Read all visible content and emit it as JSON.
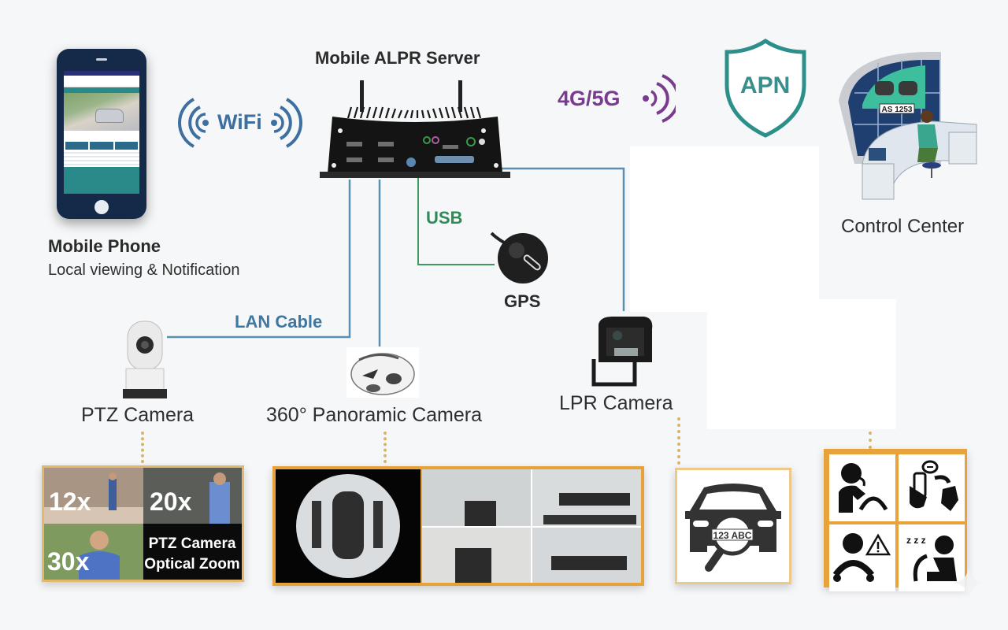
{
  "server": {
    "title": "Mobile ALPR Server"
  },
  "phone": {
    "title": "Mobile Phone",
    "subtitle": "Local viewing & Notification"
  },
  "links": {
    "wifi": "WiFi",
    "cellular": "4G/5G",
    "usb": "USB",
    "lan": "LAN Cable"
  },
  "apn": {
    "label": "APN"
  },
  "control_center": {
    "label": "Control Center",
    "screen_plate": "AS 1253"
  },
  "gps": {
    "label": "GPS"
  },
  "cameras": {
    "ptz": "PTZ Camera",
    "panoramic": "360° Panoramic Camera",
    "lpr": "LPR Camera"
  },
  "panels": {
    "ptz_zoom": {
      "levels": [
        "12x",
        "20x",
        "30x"
      ],
      "caption_line1": "PTZ Camera",
      "caption_line2": "Optical Zoom"
    },
    "lpr_plate": "123 ABC",
    "driver_icons": [
      "phone-use-icon",
      "texting-icon",
      "distracted-warning-icon",
      "drowsy-icon"
    ]
  },
  "colors": {
    "lan_line": "#5a8fb0",
    "usb_line": "#3f9a62",
    "usb_text": "#2e8b57",
    "wifi": "#3d6fa0",
    "cellular": "#7a3b8f",
    "apn": "#2c8f8a",
    "panel_border": "#e8a23a"
  }
}
